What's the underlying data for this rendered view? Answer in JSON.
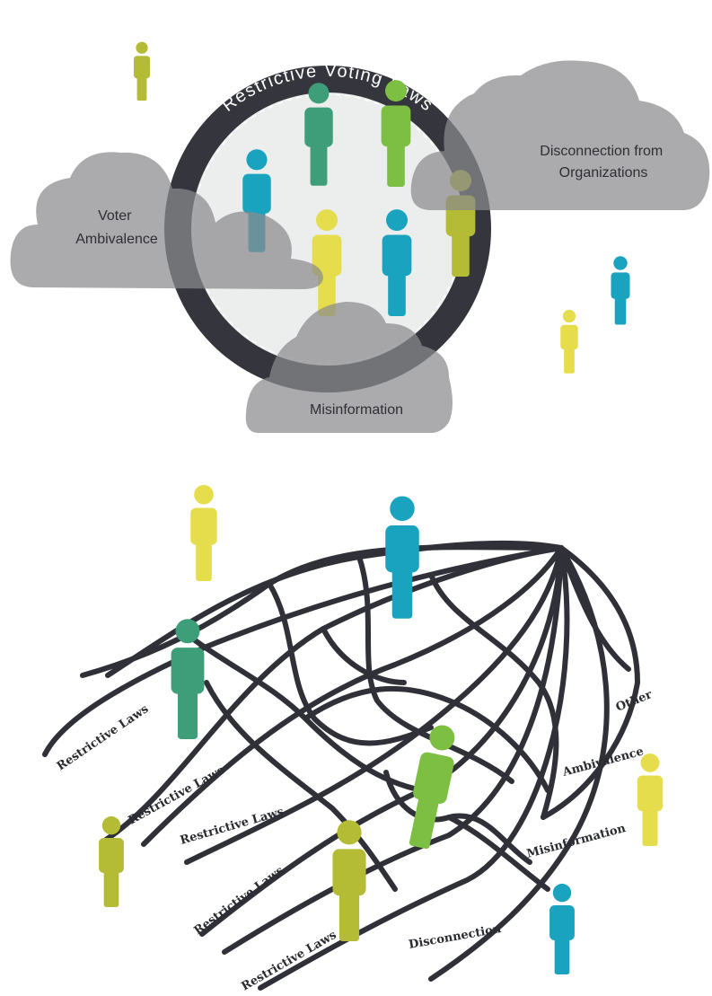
{
  "top_diagram": {
    "ring_title": "Restrictive Voting Laws",
    "clouds": {
      "voter_ambivalence": [
        "Voter",
        "Ambivalence"
      ],
      "disconnection": [
        "Disconnection from",
        "Organizations"
      ],
      "misinformation": "Misinformation"
    }
  },
  "bottom_diagram": {
    "labels": {
      "restrictive_1": "Restrictive Laws",
      "restrictive_2": "Restrictive Laws",
      "restrictive_3": "Restrictive Laws",
      "restrictive_4": "Restrictive Laws",
      "restrictive_5": "Restrictive Laws",
      "disconnection": "Disconnection",
      "misinformation": "Misinformation",
      "ambivalence": "Ambivalence",
      "other": "Other"
    }
  },
  "colors": {
    "teal": "#1aa3bf",
    "green": "#3f9e7a",
    "lime": "#7cbf42",
    "olive": "#b4bb35",
    "yellow": "#e6dd4c",
    "ring": "#35363d",
    "cloud": "#8a8b8e",
    "strands": "#303138"
  }
}
